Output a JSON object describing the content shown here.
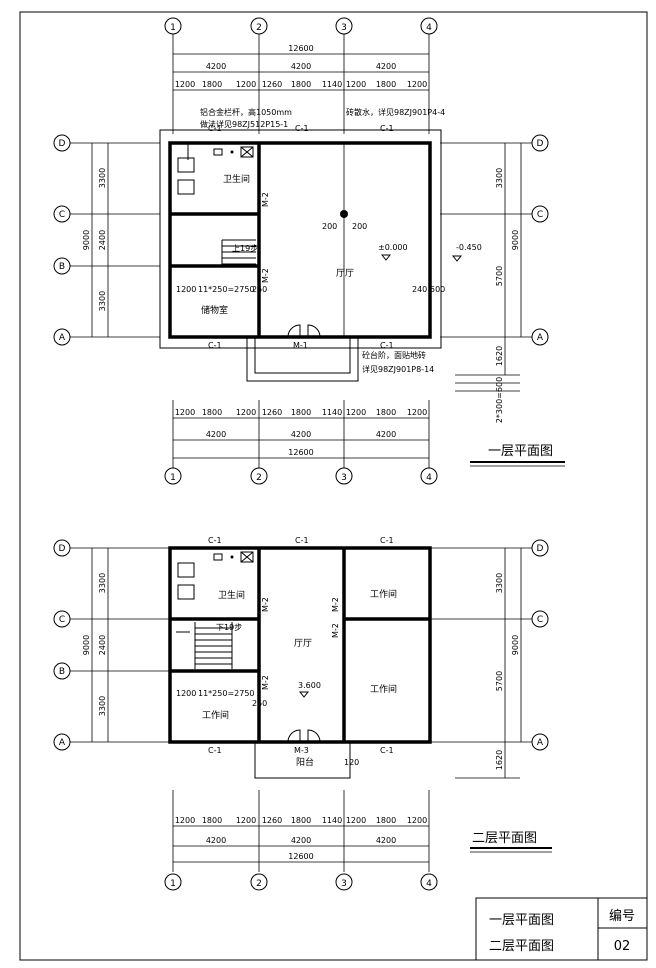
{
  "axes": {
    "cols": [
      "1",
      "2",
      "3",
      "4"
    ],
    "rows": [
      "D",
      "C",
      "B",
      "A"
    ]
  },
  "dims": {
    "total_w": "12600",
    "bay": "4200",
    "seg": [
      "1200",
      "1800",
      "1200",
      "1260",
      "1800",
      "1140",
      "1200",
      "1800",
      "1200"
    ],
    "total_h": "9000",
    "left_rows": [
      "3300",
      "2400",
      "3300"
    ],
    "right_rows": [
      "3300",
      "5700"
    ],
    "step_h": "1620",
    "step_rise": "2*300=600"
  },
  "f1": {
    "title": "一层平面图",
    "note_rail_1": "铝合金栏杆，高1050mm",
    "note_rail_2": "做法详见98ZJ512P15-1",
    "note_roof": "砖散水，详见98ZJ901P4-4",
    "note_porch_1": "砼台阶，面贴地砖",
    "note_porch_2": "详见98ZJ901P8-14",
    "window": "C-1",
    "door_m1": "M-1",
    "door_m2": "M-2",
    "room_wc": "卫生间",
    "room_hall": "厅厅",
    "room_store": "储物室",
    "stair_label": "上19步",
    "stair_calc": "11*250=2750",
    "dim_1200": "1200",
    "dim_250": "250",
    "dim_200a": "200",
    "dim_200b": "200",
    "level_0": "±0.000",
    "level_m": "-0.450",
    "dim_240": "240",
    "dim_500": "500"
  },
  "f2": {
    "title": "二层平面图",
    "window": "C-1",
    "door_m2": "M-2",
    "door_m3": "M-3",
    "room_wc": "卫生间",
    "room_hall": "厅厅",
    "room_work": "工作间",
    "room_balcony": "阳台",
    "stair_label": "下19步",
    "stair_calc": "11*250=2750",
    "dim_1200": "1200",
    "dim_250": "250",
    "level": "3.600",
    "dim_120": "120"
  },
  "titleblock": {
    "line1": "一层平面图",
    "line2": "二层平面图",
    "no_label": "编号",
    "no_value": "02"
  }
}
